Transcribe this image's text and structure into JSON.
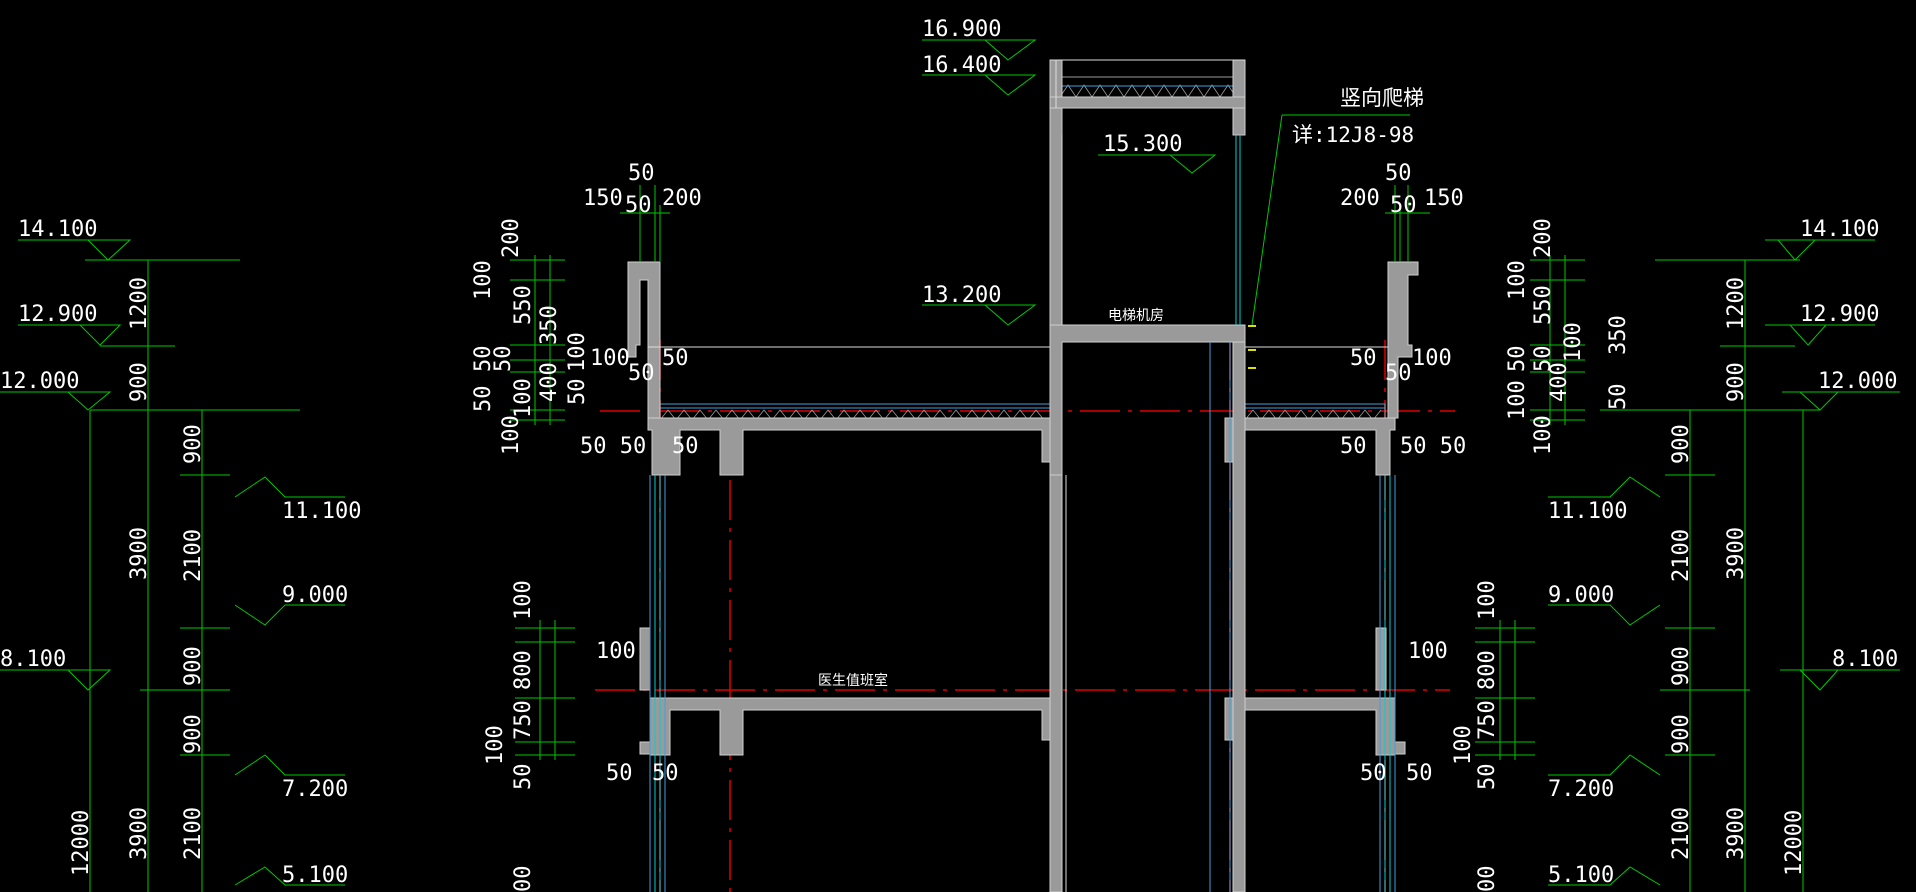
{
  "drawing": {
    "colors": {
      "background": "#000000",
      "dimension": "#00c800",
      "text": "#ffffff",
      "wall": "#9a9a9a",
      "axis": "#e00000",
      "glass": "#40a0e0",
      "cyan": "#00d0d0",
      "yellow": "#e0e000"
    },
    "elevation_marks": [
      {
        "id": "el-16900",
        "text": "16.900"
      },
      {
        "id": "el-16400",
        "text": "16.400"
      },
      {
        "id": "el-15300",
        "text": "15.300"
      },
      {
        "id": "el-13200",
        "text": "13.200"
      },
      {
        "id": "el-l-14100",
        "text": "14.100"
      },
      {
        "id": "el-l-12900",
        "text": "12.900"
      },
      {
        "id": "el-l-12000",
        "text": "12.000"
      },
      {
        "id": "el-l-8100",
        "text": "8.100"
      },
      {
        "id": "el-l-11100",
        "text": "11.100"
      },
      {
        "id": "el-l-9000",
        "text": "9.000"
      },
      {
        "id": "el-l-7200",
        "text": "7.200"
      },
      {
        "id": "el-l-5100",
        "text": "5.100"
      },
      {
        "id": "el-r-14100",
        "text": "14.100"
      },
      {
        "id": "el-r-12900",
        "text": "12.900"
      },
      {
        "id": "el-r-12000",
        "text": "12.000"
      },
      {
        "id": "el-r-8100",
        "text": "8.100"
      },
      {
        "id": "el-r-11100",
        "text": "11.100"
      },
      {
        "id": "el-r-9000",
        "text": "9.000"
      },
      {
        "id": "el-r-7200",
        "text": "7.200"
      },
      {
        "id": "el-r-5100",
        "text": "5.100"
      }
    ],
    "annotations": {
      "ladder_title": "竖向爬梯",
      "ladder_ref": "详:12J8-98",
      "machine_room": "电梯机房",
      "duty_room": "医生值班室"
    },
    "vertical_dims": [
      {
        "id": "vl-1200",
        "text": "1200"
      },
      {
        "id": "vl-900a",
        "text": "900"
      },
      {
        "id": "vl-3900a",
        "text": "3900"
      },
      {
        "id": "vl-3900b",
        "text": "3900"
      },
      {
        "id": "vl-12000",
        "text": "12000"
      },
      {
        "id": "vl2-900a",
        "text": "900"
      },
      {
        "id": "vl2-2100a",
        "text": "2100"
      },
      {
        "id": "vl2-900b",
        "text": "900"
      },
      {
        "id": "vl2-900c",
        "text": "900"
      },
      {
        "id": "vl2-2100b",
        "text": "2100"
      },
      {
        "id": "vr-1200",
        "text": "1200"
      },
      {
        "id": "vr-900a",
        "text": "900"
      },
      {
        "id": "vr-3900a",
        "text": "3900"
      },
      {
        "id": "vr-3900b",
        "text": "3900"
      },
      {
        "id": "vr-12000",
        "text": "12000"
      },
      {
        "id": "vr2-900a",
        "text": "900"
      },
      {
        "id": "vr2-2100a",
        "text": "2100"
      },
      {
        "id": "vr2-900b",
        "text": "900"
      },
      {
        "id": "vr2-900c",
        "text": "900"
      },
      {
        "id": "vr2-2100b",
        "text": "2100"
      },
      {
        "id": "pl-200",
        "text": "200"
      },
      {
        "id": "pl-100a",
        "text": "100"
      },
      {
        "id": "pl-550",
        "text": "550"
      },
      {
        "id": "pl-350",
        "text": "350"
      },
      {
        "id": "pl-50a",
        "text": "50"
      },
      {
        "id": "pl-50b",
        "text": "50"
      },
      {
        "id": "pl-100b",
        "text": "100"
      },
      {
        "id": "pl-400",
        "text": "400"
      },
      {
        "id": "pl-50c",
        "text": "50"
      },
      {
        "id": "pl-50d",
        "text": "50"
      },
      {
        "id": "pl-100c",
        "text": "100"
      },
      {
        "id": "pl-100d",
        "text": "100"
      },
      {
        "id": "wl-100",
        "text": "100"
      },
      {
        "id": "wl-800",
        "text": "800"
      },
      {
        "id": "wl-750",
        "text": "750"
      },
      {
        "id": "wl-100b",
        "text": "100"
      },
      {
        "id": "wl-50",
        "text": "50"
      },
      {
        "id": "wl-00",
        "text": "00"
      },
      {
        "id": "pr-200",
        "text": "200"
      },
      {
        "id": "pr-100a",
        "text": "100"
      },
      {
        "id": "pr-550",
        "text": "550"
      },
      {
        "id": "pr-50a",
        "text": "50"
      },
      {
        "id": "pr-100b",
        "text": "100"
      },
      {
        "id": "pr-50b",
        "text": "50"
      },
      {
        "id": "pr-400",
        "text": "400"
      },
      {
        "id": "pr-100c",
        "text": "100"
      },
      {
        "id": "pr-100d",
        "text": "100"
      },
      {
        "id": "pr-350",
        "text": "350"
      },
      {
        "id": "pr-50c",
        "text": "50"
      },
      {
        "id": "wr-100",
        "text": "100"
      },
      {
        "id": "wr-800",
        "text": "800"
      },
      {
        "id": "wr-750",
        "text": "750"
      },
      {
        "id": "wr-100b",
        "text": "100"
      },
      {
        "id": "wr-50",
        "text": "50"
      },
      {
        "id": "wr-00",
        "text": "00"
      }
    ],
    "horizontal_dims": [
      {
        "id": "h-l-50top",
        "text": "50"
      },
      {
        "id": "h-l-150",
        "text": "150"
      },
      {
        "id": "h-l-50",
        "text": "50"
      },
      {
        "id": "h-l-200",
        "text": "200"
      },
      {
        "id": "h-l-100",
        "text": "100"
      },
      {
        "id": "h-l-50b",
        "text": "50"
      },
      {
        "id": "h-l-50c",
        "text": "50"
      },
      {
        "id": "h-l-5050",
        "text": "50 50"
      },
      {
        "id": "h-l-50d",
        "text": "50"
      },
      {
        "id": "h-l-100w",
        "text": "100"
      },
      {
        "id": "h-l-50w",
        "text": "50"
      },
      {
        "id": "h-l-50w2",
        "text": "50"
      },
      {
        "id": "h-r-50top",
        "text": "50"
      },
      {
        "id": "h-r-200",
        "text": "200"
      },
      {
        "id": "h-r-50",
        "text": "50"
      },
      {
        "id": "h-r-150",
        "text": "150"
      },
      {
        "id": "h-r-50b",
        "text": "50"
      },
      {
        "id": "h-r-50c",
        "text": "50"
      },
      {
        "id": "h-r-100",
        "text": "100"
      },
      {
        "id": "h-r-50d",
        "text": "50"
      },
      {
        "id": "h-r-5050",
        "text": "50 50"
      },
      {
        "id": "h-r-100w",
        "text": "100"
      },
      {
        "id": "h-r-50w",
        "text": "50"
      },
      {
        "id": "h-r-50w2",
        "text": "50"
      }
    ]
  }
}
